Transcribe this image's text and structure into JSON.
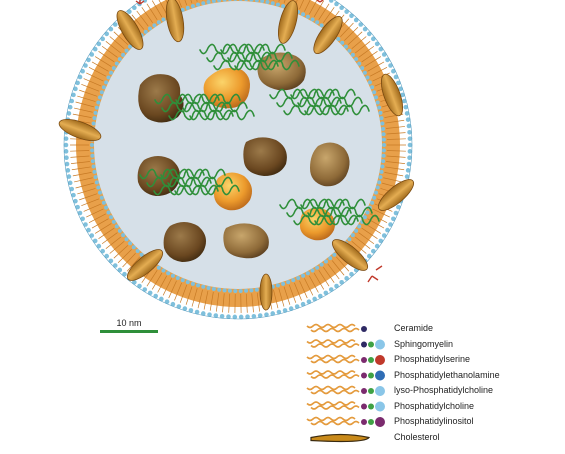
{
  "scale": {
    "label": "10 nm"
  },
  "legend": {
    "items": [
      {
        "name": "Ceramide",
        "icon": "ceramide-icon",
        "tail": "#e49a3c",
        "head": [
          "#2e2a64"
        ]
      },
      {
        "name": "Sphingomyelin",
        "icon": "sphingomyelin-icon",
        "tail": "#e49a3c",
        "head": [
          "#2e2a64",
          "#3fa144",
          "#8ac6e8"
        ]
      },
      {
        "name": "Phosphatidylserine",
        "icon": "phosphatidylserine-icon",
        "tail": "#e49a3c",
        "head": [
          "#7b2b6e",
          "#3fa144",
          "#c0392b"
        ]
      },
      {
        "name": "Phosphatidylethanolamine",
        "icon": "phosphatidylethanolamine-icon",
        "tail": "#e49a3c",
        "head": [
          "#7b2b6e",
          "#3fa144",
          "#2f6db5"
        ]
      },
      {
        "name": "lyso-Phosphatidylcholine",
        "icon": "lyso-phosphatidylcholine-icon",
        "tail": "#e49a3c",
        "head": [
          "#7b2b6e",
          "#3fa144",
          "#8ac6e8"
        ]
      },
      {
        "name": "Phosphatidylcholine",
        "icon": "phosphatidylcholine-icon",
        "tail": "#e49a3c",
        "head": [
          "#7b2b6e",
          "#3fa144",
          "#8ac6e8"
        ]
      },
      {
        "name": "Phosphatidylinositol",
        "icon": "phosphatidylinositol-icon",
        "tail": "#e49a3c",
        "head": [
          "#7b2b6e",
          "#3fa144",
          "#7b2b6e"
        ]
      },
      {
        "name": "Cholesterol",
        "icon": "cholesterol-icon",
        "tail": "#3a2a10",
        "head": [
          "#c98a1a"
        ]
      }
    ]
  },
  "colors": {
    "core": "#d8e2ea",
    "lipid_tail": "#e8a04a",
    "lipid_head": "#7fc0dc",
    "protein_dark": "#6b4a22",
    "protein_orange": "#e89a2a",
    "protein_tan": "#a0783f",
    "apo_band": "#c98a2e",
    "rna": "#2f8f3a",
    "scale_bar": "#2f8f3a"
  }
}
